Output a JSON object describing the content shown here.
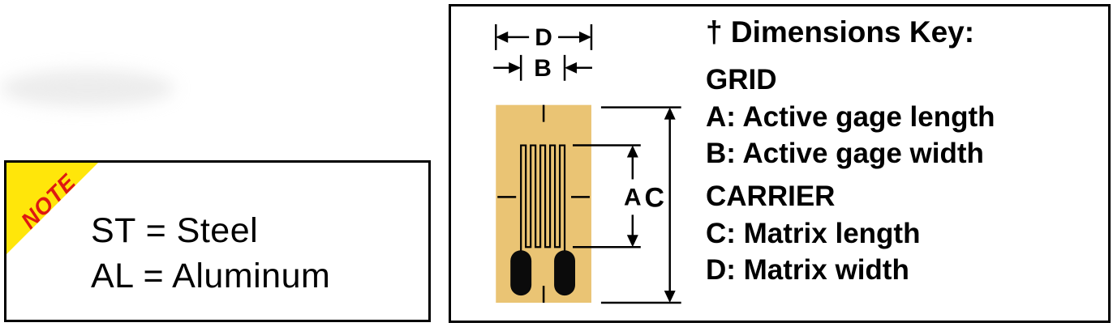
{
  "colors": {
    "carrier_fill": "#EAC474",
    "note_triangle": "#FFE60A",
    "note_text": "#DE1812"
  },
  "note_box": {
    "corner_label": "NOTE",
    "line1": "ST = Steel",
    "line2": "AL = Aluminum"
  },
  "diagram": {
    "dim_d_label": "D",
    "dim_b_label": "B",
    "dim_a_label": "A",
    "dim_c_label": "C"
  },
  "key": {
    "title": "† Dimensions Key:",
    "grid_heading": "GRID",
    "grid_items": [
      "A: Active gage length",
      "B: Active gage width"
    ],
    "carrier_heading": "CARRIER",
    "carrier_items": [
      "C: Matrix length",
      "D: Matrix width"
    ]
  }
}
